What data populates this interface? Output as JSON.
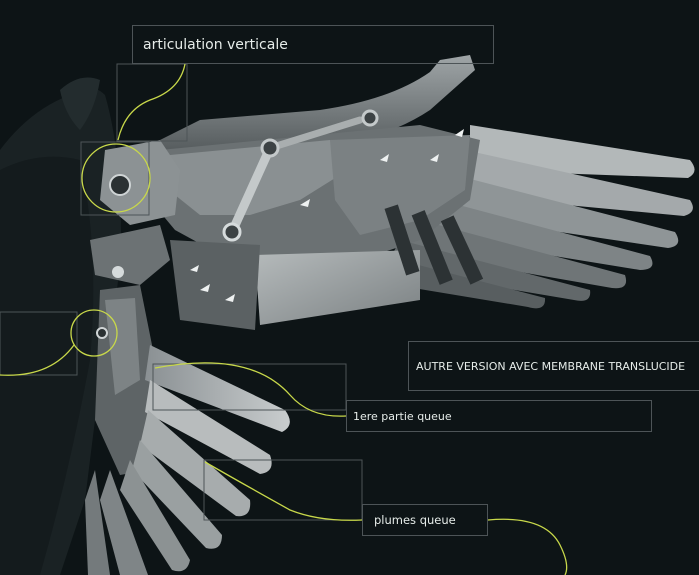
{
  "annotations": {
    "articulation_verticale": "articulation verticale",
    "autre_version": "AUTRE VERSION AVEC MEMBRANE TRANSLUCIDE",
    "partie_queue": "1ere partie queue",
    "plumes_queue": "plumes queue"
  },
  "colors": {
    "background": "#0d1416",
    "accent": "#c8d84a",
    "box_border": "#4d5457",
    "text": "#e6ece9"
  }
}
